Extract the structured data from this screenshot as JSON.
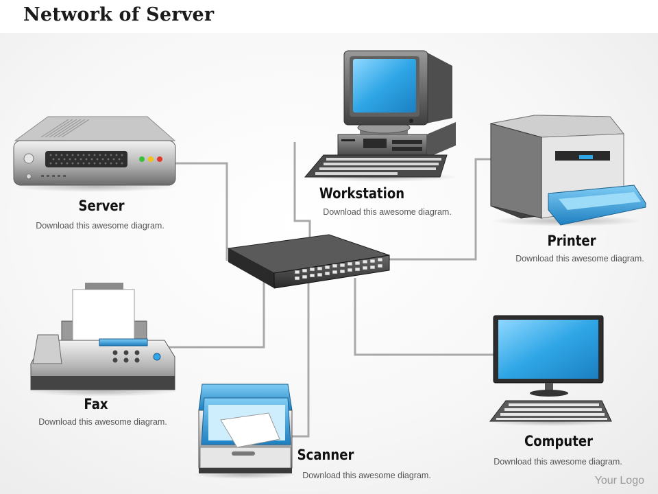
{
  "title": "Network of Server",
  "nodes": {
    "server": {
      "label": "Server",
      "description": "Download  this awesome diagram."
    },
    "workstation": {
      "label": "Workstation",
      "description": "Download  this awesome diagram."
    },
    "printer": {
      "label": "Printer",
      "description": "Download  this awesome diagram."
    },
    "fax": {
      "label": "Fax",
      "description": "Download  this awesome diagram."
    },
    "scanner": {
      "label": "Scanner",
      "description": "Download  this awesome diagram."
    },
    "computer": {
      "label": "Computer",
      "description": "Download  this awesome diagram."
    }
  },
  "hub": {
    "icon": "network-switch-icon"
  },
  "logo": "Your Logo",
  "colors": {
    "connector": "#a9a9a9",
    "screen": "#2fa6e6",
    "device_body": "#3a3a3a"
  }
}
